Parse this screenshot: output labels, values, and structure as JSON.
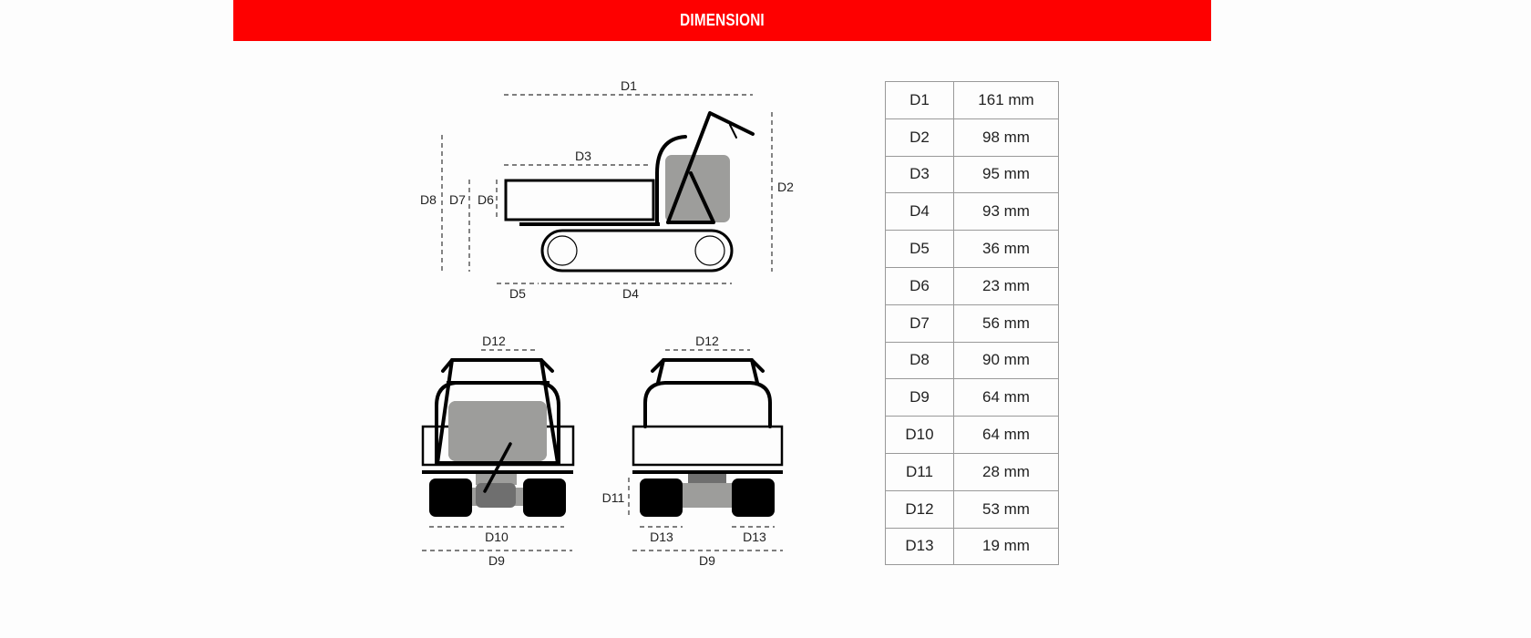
{
  "header": {
    "title": "DIMENSIONI"
  },
  "diagram_labels": {
    "side": {
      "d1": "D1",
      "d2": "D2",
      "d3": "D3",
      "d4": "D4",
      "d5": "D5",
      "d6": "D6",
      "d7": "D7",
      "d8": "D8"
    },
    "front": {
      "d12": "D12",
      "d10": "D10",
      "d9": "D9"
    },
    "rear": {
      "d12": "D12",
      "d11": "D11",
      "d13a": "D13",
      "d13b": "D13",
      "d9": "D9"
    }
  },
  "colors": {
    "accent": "#fe0000",
    "gray": "#9d9d9b",
    "dark_gray": "#6f6f6f"
  },
  "table": [
    {
      "key": "D1",
      "value": "161 mm"
    },
    {
      "key": "D2",
      "value": "98 mm"
    },
    {
      "key": "D3",
      "value": "95 mm"
    },
    {
      "key": "D4",
      "value": "93 mm"
    },
    {
      "key": "D5",
      "value": "36 mm"
    },
    {
      "key": "D6",
      "value": "23 mm"
    },
    {
      "key": "D7",
      "value": "56 mm"
    },
    {
      "key": "D8",
      "value": "90 mm"
    },
    {
      "key": "D9",
      "value": "64 mm"
    },
    {
      "key": "D10",
      "value": "64 mm"
    },
    {
      "key": "D11",
      "value": "28 mm"
    },
    {
      "key": "D12",
      "value": "53 mm"
    },
    {
      "key": "D13",
      "value": "19 mm"
    }
  ]
}
